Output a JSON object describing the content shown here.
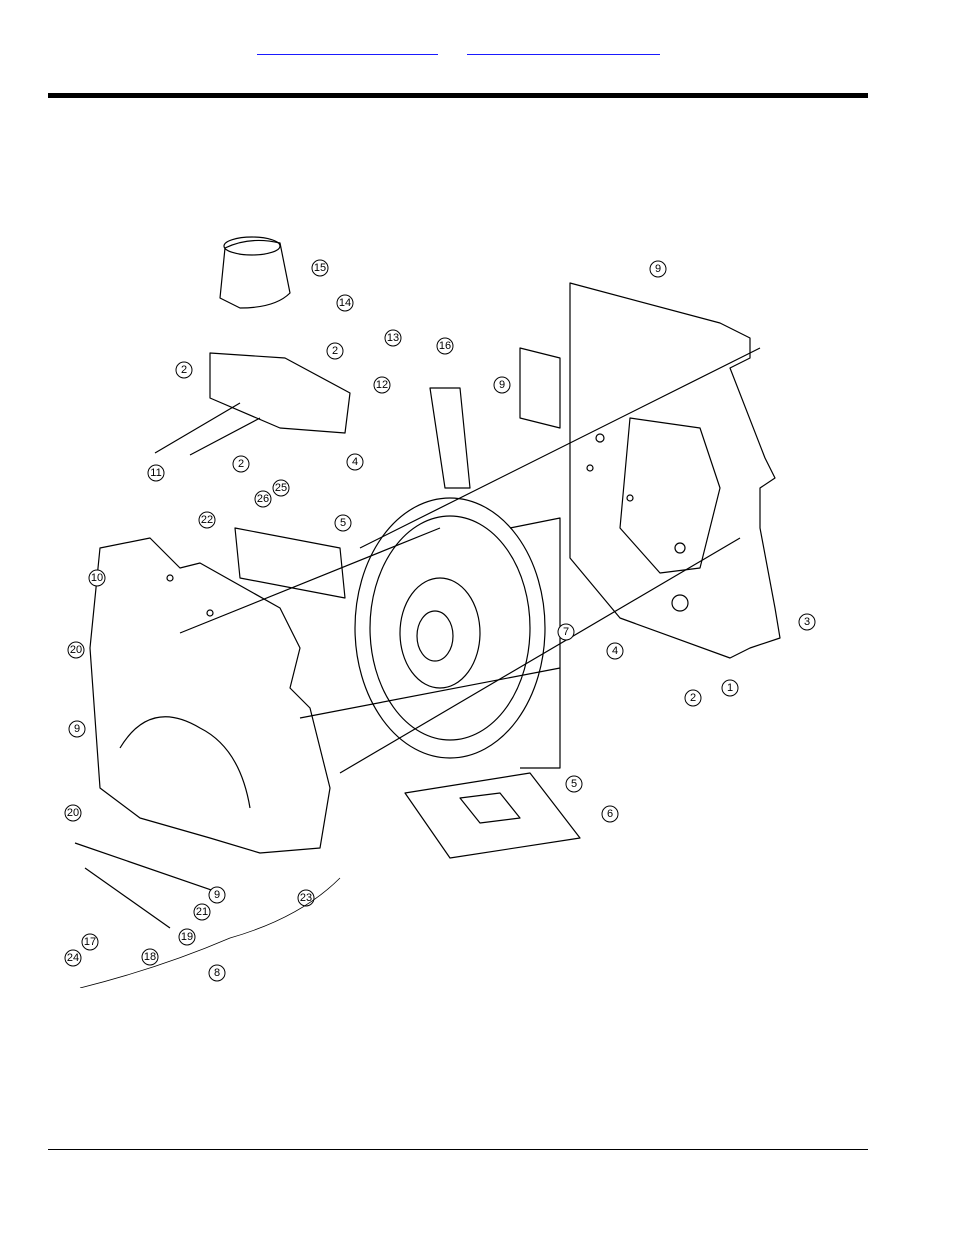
{
  "nav": {
    "link1": "",
    "link2": ""
  },
  "callouts": [
    "15",
    "14",
    "13",
    "2",
    "16",
    "12",
    "9",
    "9",
    "2",
    "11",
    "2",
    "4",
    "25",
    "26",
    "5",
    "22",
    "10",
    "3",
    "20",
    "7",
    "4",
    "1",
    "2",
    "9",
    "5",
    "6",
    "20",
    "9",
    "21",
    "23",
    "19",
    "17",
    "18",
    "24",
    "8"
  ]
}
